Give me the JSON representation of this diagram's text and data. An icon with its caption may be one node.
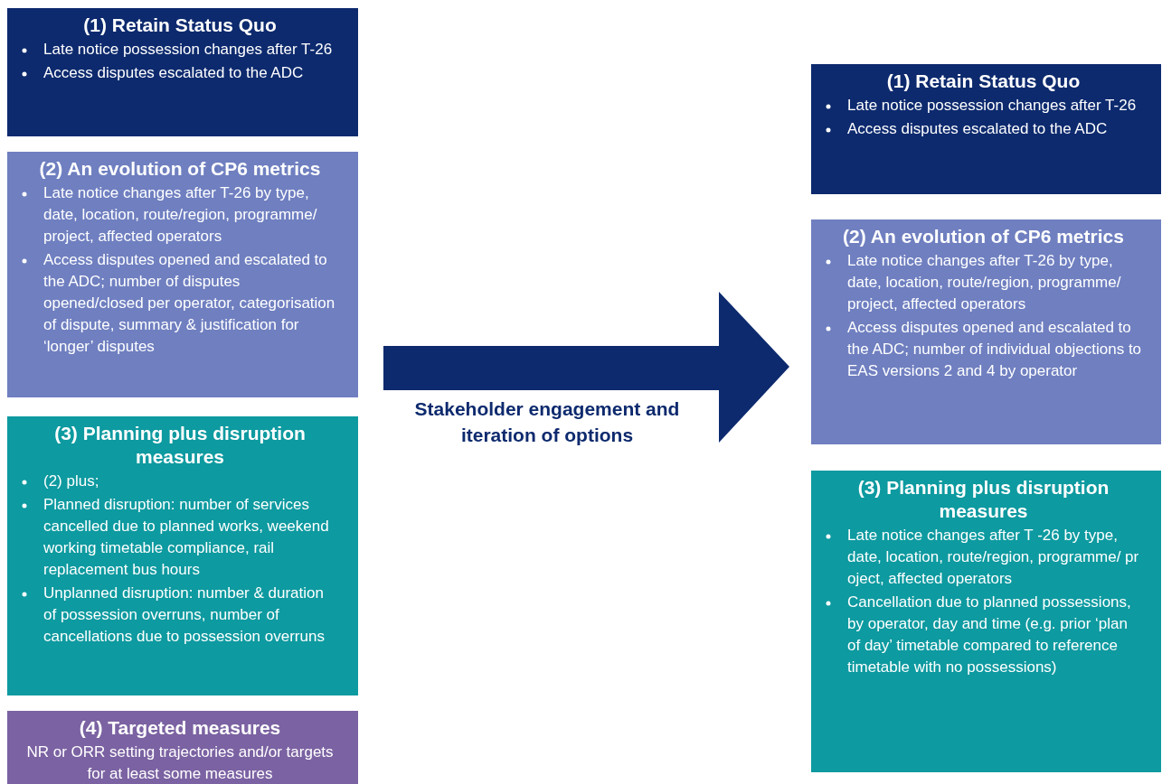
{
  "diagram": {
    "nodes": [
      {
        "text": [
          "(1) Retain Status Quo",
          "Late notice possession changes after T-26",
          "Access disputes escalated to  the ADC"
        ]
      },
      {
        "text": [
          "(2) An evolution of CP6 metrics",
          "Late notice changes after T-26 by type, date, location, route/region, programme/ project, affected operators",
          "Access disputes opened and escalated to the ADC; number of disputes opened/closed per operator, categorisation of dispute, summary & justification for ‘longer’ disputes"
        ]
      },
      {
        "text": [
          "(3) Planning plus disruption measures",
          "(2) plus;",
          "Planned disruption: number of services cancelled due to planned works, weekend working timetable compliance, rail replacement bus hours",
          "Unplanned disruption: number & duration of possession overruns, number of cancellations due to possession overruns"
        ]
      },
      {
        "text": [
          "(4) Targeted measures",
          "NR or ORR setting trajectories and/or targets for at least some measures"
        ]
      },
      {
        "text": [
          "(1) Retain Status Quo",
          "Late notice possession changes after T-26",
          "Access disputes escalated to  the ADC"
        ]
      },
      {
        "text": [
          "(2) An evolution of CP6 metrics",
          "Late notice changes after T-26 by type, date, location, route/region, programme/ project, affected operators",
          "Access disputes opened and escalated to the ADC; number of individual objections to EAS versions 2 and 4 by operator"
        ]
      },
      {
        "text": [
          "(3) Planning plus disruption measures",
          "Late notice changes after T -26 by type, date, location, route/region, programme/ pr oject, affected operators",
          "Cancellation due to planned possessions, by operator, day and time (e.g. prior ‘plan of day’ timetable compared to reference timetable with no possessions)"
        ]
      }
    ],
    "labels": [
      "Stakeholder engagement and iteration of options"
    ]
  }
}
